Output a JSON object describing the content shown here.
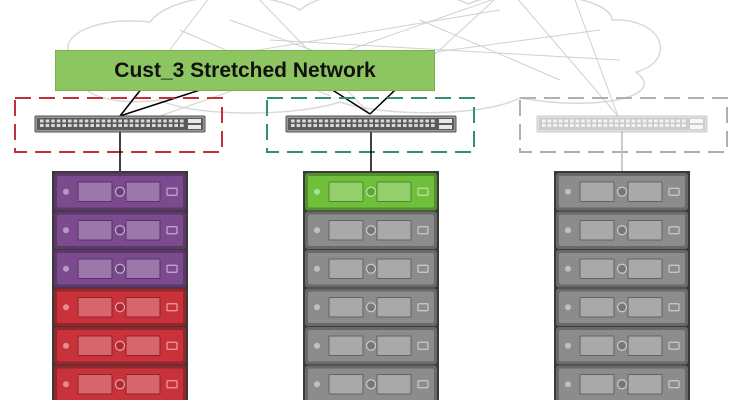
{
  "banner": {
    "title": "Cust_3 Stretched Network"
  },
  "colors": {
    "banner_fill": "#8dc560",
    "cloud_outline": "#d9d9d9",
    "tenant_purple": "#7b4a8f",
    "tenant_red": "#c9323a",
    "tenant_green": "#6fbf3a",
    "server_gray": "#8c8c8c",
    "left_switch_border": "#c0313a",
    "center_switch_border": "#2f8f79",
    "right_switch_border": "#b0b0b0"
  },
  "racks": [
    {
      "name": "left",
      "switch_state": "active",
      "switch_border_color": "#c0313a",
      "servers": [
        {
          "tenant": "purple",
          "color": "#7b4a8f"
        },
        {
          "tenant": "purple",
          "color": "#7b4a8f"
        },
        {
          "tenant": "purple",
          "color": "#7b4a8f"
        },
        {
          "tenant": "red",
          "color": "#c9323a"
        },
        {
          "tenant": "red",
          "color": "#c9323a"
        },
        {
          "tenant": "red",
          "color": "#c9323a"
        }
      ]
    },
    {
      "name": "center",
      "switch_state": "active",
      "switch_border_color": "#2f8f79",
      "servers": [
        {
          "tenant": "green",
          "color": "#6fbf3a"
        },
        {
          "tenant": "none",
          "color": "#8c8c8c"
        },
        {
          "tenant": "none",
          "color": "#8c8c8c"
        },
        {
          "tenant": "none",
          "color": "#8c8c8c"
        },
        {
          "tenant": "none",
          "color": "#8c8c8c"
        },
        {
          "tenant": "none",
          "color": "#8c8c8c"
        }
      ]
    },
    {
      "name": "right",
      "switch_state": "inactive",
      "switch_border_color": "#b0b0b0",
      "servers": [
        {
          "tenant": "none",
          "color": "#8c8c8c"
        },
        {
          "tenant": "none",
          "color": "#8c8c8c"
        },
        {
          "tenant": "none",
          "color": "#8c8c8c"
        },
        {
          "tenant": "none",
          "color": "#8c8c8c"
        },
        {
          "tenant": "none",
          "color": "#8c8c8c"
        },
        {
          "tenant": "none",
          "color": "#8c8c8c"
        }
      ]
    }
  ]
}
